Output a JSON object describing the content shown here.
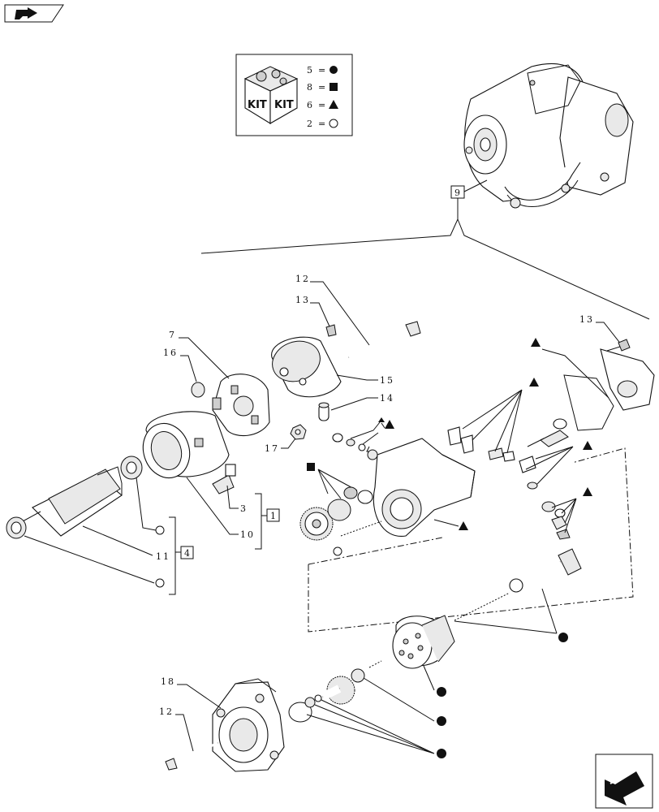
{
  "navigation": {
    "top_left_icon": "page-back-arrow-icon",
    "bottom_right_icon": "next-page-arrow-icon"
  },
  "kit_legend": {
    "kit_box_labels": [
      "KIT",
      "KIT"
    ],
    "rows": [
      {
        "number": "5",
        "equals": "=",
        "symbol": "filled-circle"
      },
      {
        "number": "8",
        "equals": "=",
        "symbol": "filled-square"
      },
      {
        "number": "6",
        "equals": "=",
        "symbol": "filled-triangle"
      },
      {
        "number": "2",
        "equals": "=",
        "symbol": "open-circle"
      }
    ]
  },
  "callouts": {
    "c12_top": "12",
    "c13_left": "13",
    "c13_right": "13",
    "c7": "7",
    "c16": "16",
    "c15": "15",
    "c14": "14",
    "c17": "17",
    "c3": "3",
    "c10": "10",
    "c11": "11",
    "c18": "18",
    "c12_bottom": "12"
  },
  "boxed_refs": {
    "b9": "9",
    "b1": "1",
    "b4": "4"
  }
}
